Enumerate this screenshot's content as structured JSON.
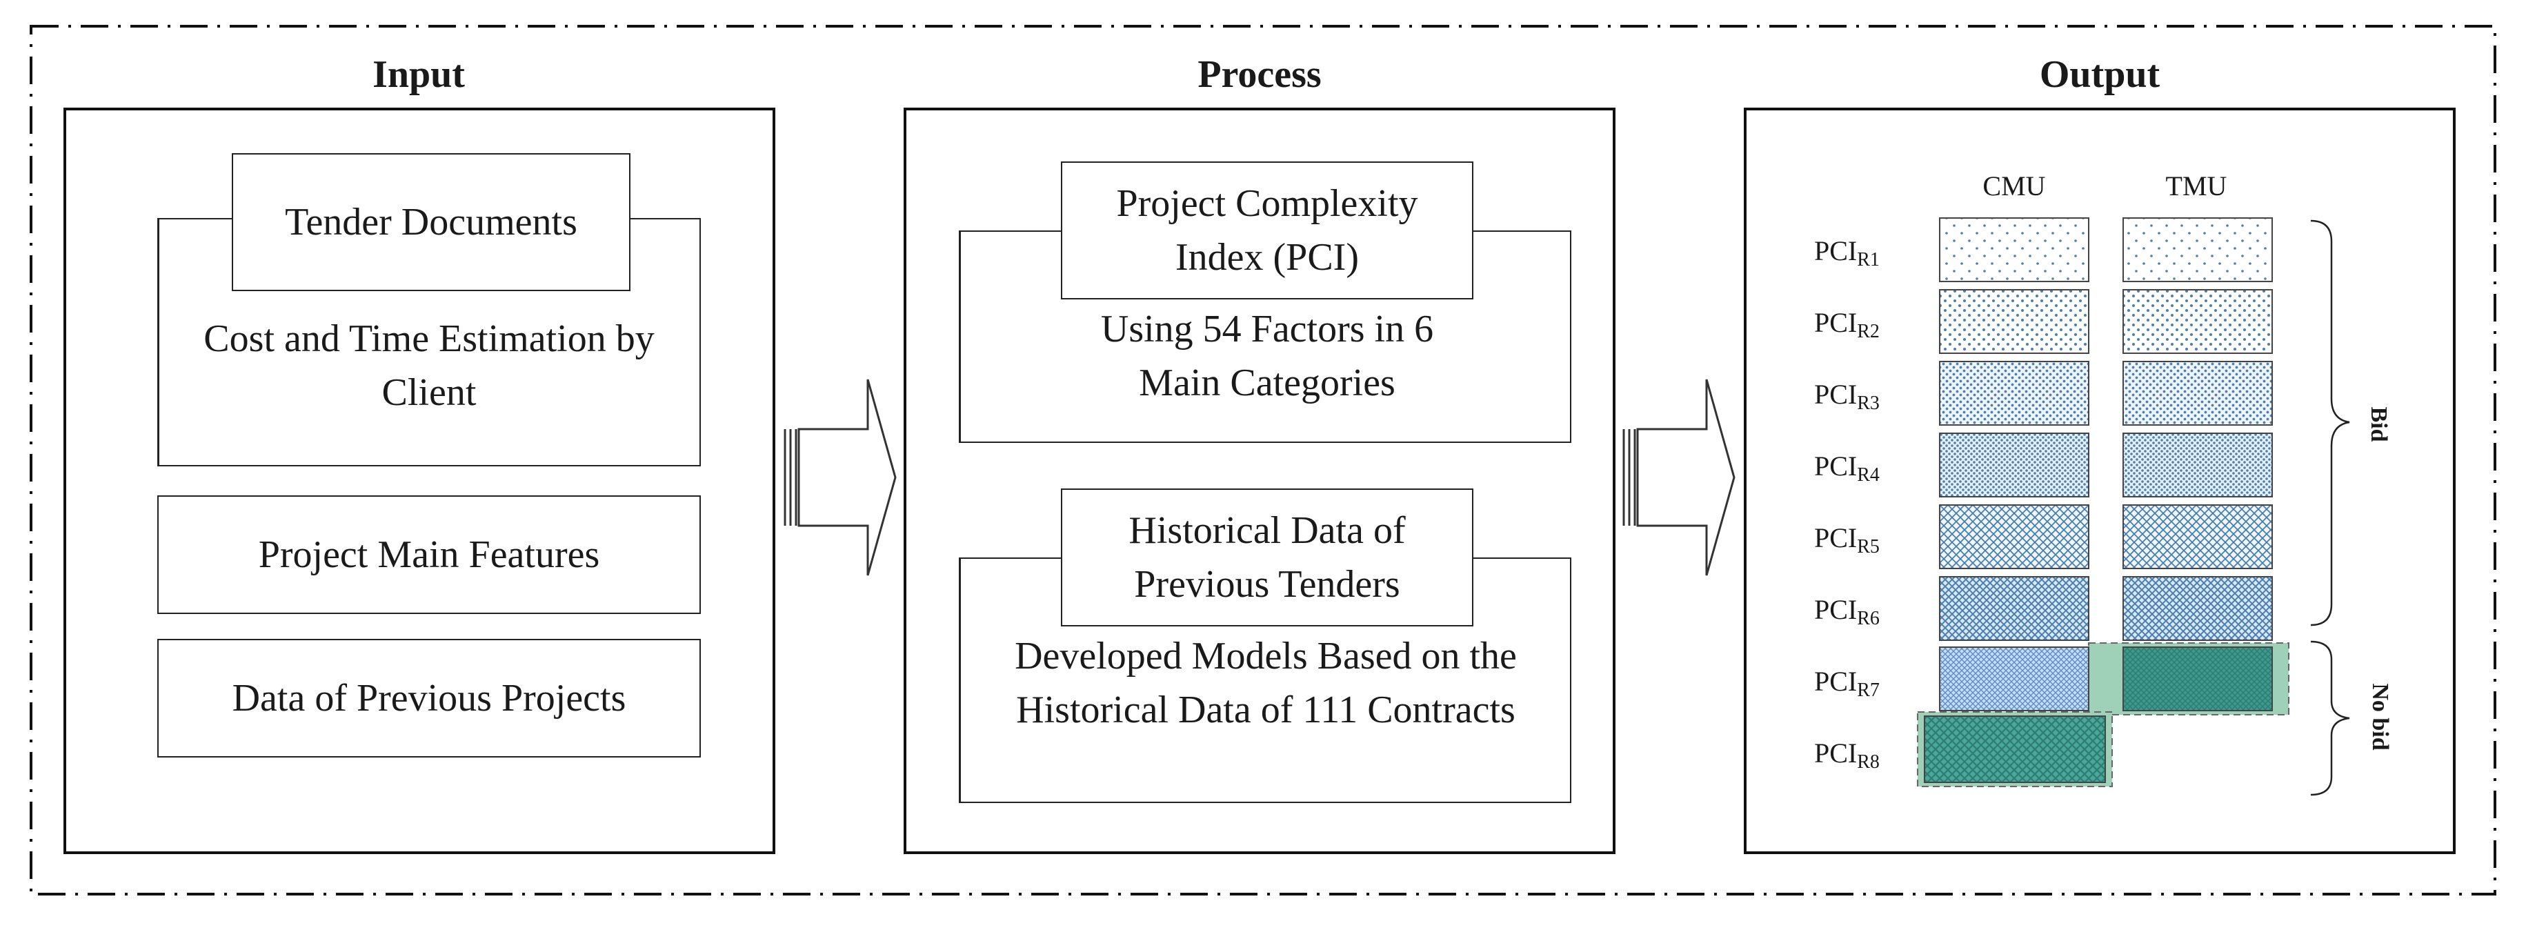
{
  "input": {
    "heading": "Input",
    "tender_documents": "Tender Documents",
    "cost_time_estimation": "Cost and Time Estimation by Client",
    "project_main_features": "Project Main Features",
    "data_previous_projects": "Data of Previous Projects"
  },
  "process": {
    "heading": "Process",
    "pci_title": "Project Complexity Index (PCI)",
    "pci_body": "Using 54 Factors in 6 Main Categories",
    "hist_title": "Historical Data of Previous Tenders",
    "hist_body": "Developed Models Based on the Historical Data of 111 Contracts"
  },
  "output": {
    "heading": "Output",
    "col_cmu": "CMU",
    "col_tmu": "TMU",
    "rows": [
      {
        "base": "PCI",
        "sub": "R1"
      },
      {
        "base": "PCI",
        "sub": "R2"
      },
      {
        "base": "PCI",
        "sub": "R3"
      },
      {
        "base": "PCI",
        "sub": "R4"
      },
      {
        "base": "PCI",
        "sub": "R5"
      },
      {
        "base": "PCI",
        "sub": "R6"
      },
      {
        "base": "PCI",
        "sub": "R7"
      },
      {
        "base": "PCI",
        "sub": "R8"
      }
    ],
    "bid_label": "Bid",
    "nobid_label": "No bid"
  },
  "colors": {
    "pattern_blue": "#4a7fb0",
    "fill_light_blue": "#c8dcf0",
    "fill_teal": "#3f9a8e",
    "fill_green_halo": "#9fd0b8"
  }
}
